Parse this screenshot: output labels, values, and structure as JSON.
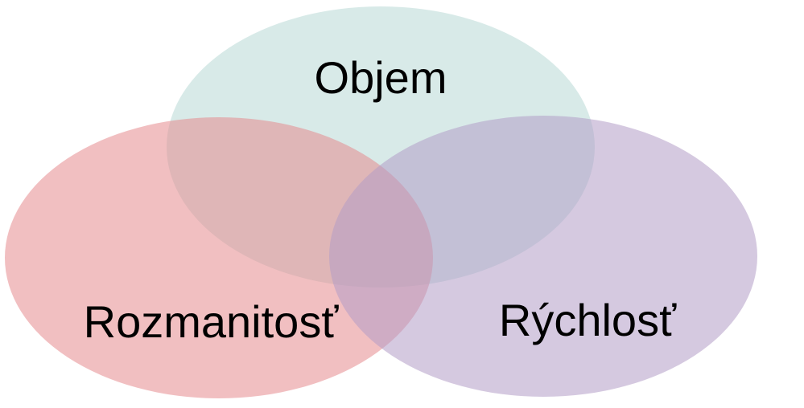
{
  "diagram": {
    "type": "venn",
    "sets": [
      {
        "id": "objem",
        "label": "Objem",
        "color": "#b8d9d5",
        "opacity": 0.55
      },
      {
        "id": "rozmanitost",
        "label": "Rozmanitosť",
        "color": "#e58a8e",
        "opacity": 0.55
      },
      {
        "id": "rychlost",
        "label": "Rýchlosť",
        "color": "#b29dc6",
        "opacity": 0.55
      }
    ]
  }
}
